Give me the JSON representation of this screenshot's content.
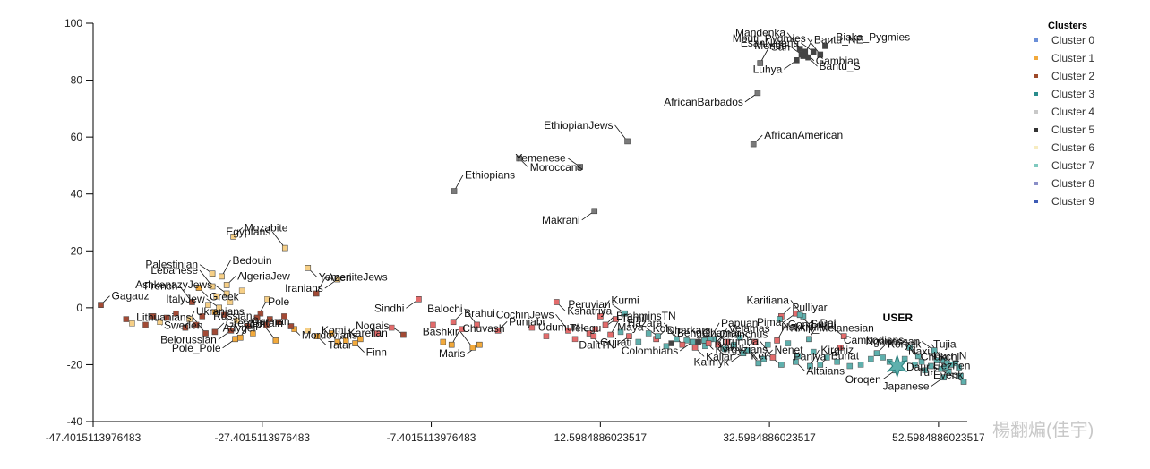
{
  "chart_data": {
    "type": "scatter",
    "xlim": [
      -47.4015113976483,
      56.0
    ],
    "ylim": [
      -40,
      100
    ],
    "x_ticks": [
      -47.4015113976483,
      -27.4015113976483,
      -7.4015113976483,
      12.5984886023517,
      32.5984886023517,
      52.5984886023517
    ],
    "x_tick_labels": [
      "-47.4015113976483",
      "-27.4015113976483",
      "-7.4015113976483",
      "12.5984886023517",
      "32.5984886023517",
      "52.5984886023517"
    ],
    "y_ticks": [
      100,
      80,
      60,
      40,
      20,
      0,
      -20,
      -40
    ],
    "y_tick_labels": [
      "100",
      "80",
      "60",
      "40",
      "20",
      "0",
      "-20",
      "-40"
    ],
    "grid": false,
    "legend": {
      "title": "Clusters",
      "position": "top-right",
      "items": [
        {
          "label": "Cluster 0",
          "color": "#6a8fd8"
        },
        {
          "label": "Cluster 1",
          "color": "#f2a93b"
        },
        {
          "label": "Cluster 2",
          "color": "#9e4a2a"
        },
        {
          "label": "Cluster 3",
          "color": "#2a8c8c"
        },
        {
          "label": "Cluster 4",
          "color": "#c8c8c8"
        },
        {
          "label": "Cluster 5",
          "color": "#333333"
        },
        {
          "label": "Cluster 6",
          "color": "#f7ecc0"
        },
        {
          "label": "Cluster 7",
          "color": "#7fc9bf"
        },
        {
          "label": "Cluster 8",
          "color": "#8a8fc7"
        },
        {
          "label": "Cluster 9",
          "color": "#3d5bb5"
        }
      ]
    },
    "cluster_colors": {
      "tan": "#f6cf86",
      "orange": "#f2a93b",
      "brown": "#a24a35",
      "red": "#e36b6b",
      "grey": "#7a7a7a",
      "teal": "#5fb0ad",
      "dark": "#444444"
    },
    "user": {
      "label": "USER",
      "x": 47.7,
      "y": -20.5,
      "color": "#5fb0ad"
    },
    "labeled_points": [
      {
        "name": "Mandenka",
        "x": 36.2,
        "y": 91.0,
        "c": "dark"
      },
      {
        "name": "Gambian",
        "x": 36.8,
        "y": 90.0,
        "c": "dark"
      },
      {
        "name": "Mende",
        "x": 36.4,
        "y": 89.0,
        "c": "dark"
      },
      {
        "name": "Bantu_NE",
        "x": 36.6,
        "y": 88.5,
        "c": "dark"
      },
      {
        "name": "Luhya",
        "x": 35.8,
        "y": 87.0,
        "c": "dark"
      },
      {
        "name": "Biaka_Pygmies",
        "x": 39.2,
        "y": 92.0,
        "c": "dark"
      },
      {
        "name": "Mbuti_Pygmies",
        "x": 38.6,
        "y": 89.0,
        "c": "dark"
      },
      {
        "name": "Bantu_S",
        "x": 37.2,
        "y": 88.0,
        "c": "dark"
      },
      {
        "name": "EsanNigeria",
        "x": 37.8,
        "y": 90.0,
        "c": "dark"
      },
      {
        "name": "San",
        "x": 31.5,
        "y": 86.0,
        "c": "grey"
      },
      {
        "name": "AfricanBarbados",
        "x": 31.2,
        "y": 75.5,
        "c": "grey"
      },
      {
        "name": "AfricanAmerican",
        "x": 30.7,
        "y": 57.5,
        "c": "grey"
      },
      {
        "name": "EthiopianJews",
        "x": 15.8,
        "y": 58.5,
        "c": "grey"
      },
      {
        "name": "Moroccans",
        "x": 3.0,
        "y": 52.5,
        "c": "grey"
      },
      {
        "name": "Yemenese",
        "x": 10.2,
        "y": 49.5,
        "c": "grey"
      },
      {
        "name": "Ethiopians",
        "x": -4.7,
        "y": 41.0,
        "c": "grey"
      },
      {
        "name": "Makrani",
        "x": 11.9,
        "y": 34.0,
        "c": "grey"
      },
      {
        "name": "Mozabite",
        "x": -30.8,
        "y": 25.0,
        "c": "tan"
      },
      {
        "name": "Egyptans",
        "x": -24.7,
        "y": 21.0,
        "c": "tan"
      },
      {
        "name": "YemeniteJews",
        "x": -22.0,
        "y": 14.0,
        "c": "tan"
      },
      {
        "name": "Palestinian",
        "x": -33.3,
        "y": 12.0,
        "c": "tan"
      },
      {
        "name": "Bedouin",
        "x": -32.2,
        "y": 11.0,
        "c": "tan"
      },
      {
        "name": "Iranians",
        "x": -18.5,
        "y": 10.0,
        "c": "tan"
      },
      {
        "name": "AlgeriaJew",
        "x": -31.6,
        "y": 8.0,
        "c": "tan"
      },
      {
        "name": "Lebanese",
        "x": -33.3,
        "y": 7.5,
        "c": "tan"
      },
      {
        "name": "Greek",
        "x": -34.9,
        "y": 7.0,
        "c": "orange"
      },
      {
        "name": "AshkenazyJews",
        "x": -31.6,
        "y": 5.0,
        "c": "tan"
      },
      {
        "name": "Azeri",
        "x": -21.0,
        "y": 5.0,
        "c": "brown"
      },
      {
        "name": "Sindhi",
        "x": -8.9,
        "y": 3.0,
        "c": "red"
      },
      {
        "name": "Gagauz",
        "x": -46.5,
        "y": 1.0,
        "c": "brown"
      },
      {
        "name": "French",
        "x": -35.7,
        "y": 2.0,
        "c": "brown"
      },
      {
        "name": "Sweden",
        "x": -40.3,
        "y": -3.0,
        "c": "brown"
      },
      {
        "name": "ItalyJew",
        "x": -32.5,
        "y": 0.0,
        "c": "tan"
      },
      {
        "name": "Pole",
        "x": -28.0,
        "y": -3.5,
        "c": "brown"
      },
      {
        "name": "Adygei",
        "x": -26.5,
        "y": -4.0,
        "c": "brown"
      },
      {
        "name": "Brahui",
        "x": -4.8,
        "y": -5.0,
        "c": "red"
      },
      {
        "name": "Balochi",
        "x": -2.0,
        "y": -6.0,
        "c": "red"
      },
      {
        "name": "Mordovians",
        "x": -24.0,
        "y": -6.5,
        "c": "brown"
      },
      {
        "name": "Russian",
        "x": -26.9,
        "y": -6.0,
        "c": "brown"
      },
      {
        "name": "Ukranians",
        "x": -36.5,
        "y": -7.0,
        "c": "brown"
      },
      {
        "name": "Belorussian",
        "x": -31.1,
        "y": -8.0,
        "c": "brown"
      },
      {
        "name": "GreatBritain",
        "x": -33.0,
        "y": -8.5,
        "c": "brown"
      },
      {
        "name": "Lithuanians",
        "x": -34.1,
        "y": -9.0,
        "c": "brown"
      },
      {
        "name": "Tatar",
        "x": -20.9,
        "y": -10.0,
        "c": "orange"
      },
      {
        "name": "Komi",
        "x": -15.8,
        "y": -11.0,
        "c": "orange"
      },
      {
        "name": "German",
        "x": -30.0,
        "y": -10.5,
        "c": "orange"
      },
      {
        "name": "Pole_Pole",
        "x": -30.6,
        "y": -11.0,
        "c": "orange"
      },
      {
        "name": "Karelian",
        "x": -18.5,
        "y": -12.0,
        "c": "orange"
      },
      {
        "name": "Vep",
        "x": -25.8,
        "y": -11.5,
        "c": "orange"
      },
      {
        "name": "Finn",
        "x": -16.4,
        "y": -12.5,
        "c": "orange"
      },
      {
        "name": "Nogais",
        "x": -10.7,
        "y": -9.5,
        "c": "brown"
      },
      {
        "name": "Chuvash",
        "x": -5.0,
        "y": -13.0,
        "c": "orange"
      },
      {
        "name": "Maris",
        "x": -1.7,
        "y": -13.0,
        "c": "orange"
      },
      {
        "name": "Punjabi",
        "x": 0.5,
        "y": -8.0,
        "c": "red"
      },
      {
        "name": "Bashkir",
        "x": -2.5,
        "y": -14.0,
        "c": "orange"
      },
      {
        "name": "Kshatriya",
        "x": 7.4,
        "y": 2.0,
        "c": "red"
      },
      {
        "name": "Peruvian",
        "x": 15.5,
        "y": -2.0,
        "c": "teal"
      },
      {
        "name": "Kurmi",
        "x": 12.6,
        "y": -3.0,
        "c": "red"
      },
      {
        "name": "Telegu",
        "x": 14.4,
        "y": -4.0,
        "c": "red"
      },
      {
        "name": "BrahminsTN",
        "x": 13.2,
        "y": -6.0,
        "c": "red"
      },
      {
        "name": "CochinJews",
        "x": 8.8,
        "y": -8.0,
        "c": "red"
      },
      {
        "name": "Gujrati",
        "x": 11.3,
        "y": -9.0,
        "c": "red"
      },
      {
        "name": "Udumurt",
        "x": 11.8,
        "y": -10.0,
        "c": "red"
      },
      {
        "name": "Tamil",
        "x": 13.8,
        "y": -9.5,
        "c": "red"
      },
      {
        "name": "DalitTN",
        "x": 16.0,
        "y": -10.0,
        "c": "red"
      },
      {
        "name": "Dharkars",
        "x": 19.2,
        "y": -11.0,
        "c": "red"
      },
      {
        "name": "Hazara",
        "x": 21.6,
        "y": -11.0,
        "c": "teal"
      },
      {
        "name": "Kyrgyzians",
        "x": 24.9,
        "y": -11.5,
        "c": "teal"
      },
      {
        "name": "Maya",
        "x": 19.4,
        "y": -10.0,
        "c": "teal"
      },
      {
        "name": "Papuan",
        "x": 25.6,
        "y": -11.0,
        "c": "teal"
      },
      {
        "name": "Colombians",
        "x": 23.5,
        "y": -12.0,
        "c": "teal"
      },
      {
        "name": "Chenchus",
        "x": 25.4,
        "y": -12.5,
        "c": "red"
      },
      {
        "name": "Kol",
        "x": 22.3,
        "y": -13.0,
        "c": "red"
      },
      {
        "name": "Kallar",
        "x": 23.8,
        "y": -14.0,
        "c": "red"
      },
      {
        "name": "Bengali",
        "x": 27.6,
        "y": -12.0,
        "c": "red"
      },
      {
        "name": "Velamas",
        "x": 26.5,
        "y": -13.0,
        "c": "red"
      },
      {
        "name": "Pima",
        "x": 35.7,
        "y": -2.0,
        "c": "red"
      },
      {
        "name": "Pulliyar",
        "x": 34.0,
        "y": -3.0,
        "c": "red"
      },
      {
        "name": "Karitiana",
        "x": 36.6,
        "y": -3.0,
        "c": "teal"
      },
      {
        "name": "Surui",
        "x": 36.2,
        "y": -2.5,
        "c": "teal"
      },
      {
        "name": "Chamar",
        "x": 30.9,
        "y": -12.0,
        "c": "red"
      },
      {
        "name": "Gond",
        "x": 33.5,
        "y": -11.5,
        "c": "red"
      },
      {
        "name": "Kalmyk",
        "x": 29.5,
        "y": -16.0,
        "c": "teal"
      },
      {
        "name": "Nenet",
        "x": 31.9,
        "y": -18.0,
        "c": "teal"
      },
      {
        "name": "Yakut",
        "x": 31.3,
        "y": -19.5,
        "c": "teal"
      },
      {
        "name": "NAN_Melanesian",
        "x": 33.8,
        "y": -4.0,
        "c": "teal"
      },
      {
        "name": "Hakkipikki",
        "x": 41.4,
        "y": -10.0,
        "c": "red"
      },
      {
        "name": "Dai",
        "x": 37.3,
        "y": -11.0,
        "c": "teal"
      },
      {
        "name": "Paniya",
        "x": 41.0,
        "y": -14.0,
        "c": "red"
      },
      {
        "name": "Buriat",
        "x": 38.6,
        "y": -20.0,
        "c": "teal"
      },
      {
        "name": "Kurumba",
        "x": 33.0,
        "y": -17.5,
        "c": "red"
      },
      {
        "name": "Altaians",
        "x": 35.7,
        "y": -19.0,
        "c": "teal"
      },
      {
        "name": "Ket",
        "x": 34.0,
        "y": -20.0,
        "c": "teal"
      },
      {
        "name": "Kirghiz",
        "x": 37.4,
        "y": -20.5,
        "c": "teal"
      },
      {
        "name": "Oroqen",
        "x": 47.5,
        "y": -22.0,
        "c": "teal"
      },
      {
        "name": "Koryak",
        "x": 45.3,
        "y": -16.0,
        "c": "teal"
      },
      {
        "name": "Cambodians",
        "x": 50.2,
        "y": -17.0,
        "c": "teal"
      },
      {
        "name": "Chukchi",
        "x": 49.2,
        "y": -14.0,
        "c": "teal"
      },
      {
        "name": "Nganassan",
        "x": 52.1,
        "y": -15.0,
        "c": "teal"
      },
      {
        "name": "Tujia",
        "x": 53.2,
        "y": -18.5,
        "c": "teal"
      },
      {
        "name": "Tu",
        "x": 53.6,
        "y": -19.5,
        "c": "teal"
      },
      {
        "name": "Han_N",
        "x": 54.1,
        "y": -20.0,
        "c": "teal"
      },
      {
        "name": "Naxi",
        "x": 53.4,
        "y": -21.0,
        "c": "teal"
      },
      {
        "name": "Evenk",
        "x": 51.7,
        "y": -20.5,
        "c": "teal"
      },
      {
        "name": "Daur",
        "x": 55.2,
        "y": -24.0,
        "c": "teal"
      },
      {
        "name": "Hezhen",
        "x": 57.5,
        "y": -26.0,
        "c": "teal"
      },
      {
        "name": "Japanese",
        "x": 53.2,
        "y": -24.5,
        "c": "teal"
      }
    ],
    "unlabeled_points": [
      {
        "x": -43.5,
        "y": -4.0,
        "c": "brown"
      },
      {
        "x": -42.8,
        "y": -5.5,
        "c": "tan"
      },
      {
        "x": -41.2,
        "y": -6.0,
        "c": "brown"
      },
      {
        "x": -39.5,
        "y": -5.0,
        "c": "tan"
      },
      {
        "x": -38.7,
        "y": -3.5,
        "c": "brown"
      },
      {
        "x": -37.6,
        "y": -2.0,
        "c": "brown"
      },
      {
        "x": -36.0,
        "y": -4.0,
        "c": "tan"
      },
      {
        "x": -35.2,
        "y": -6.0,
        "c": "brown"
      },
      {
        "x": -34.5,
        "y": -3.0,
        "c": "brown"
      },
      {
        "x": -33.8,
        "y": 1.0,
        "c": "tan"
      },
      {
        "x": -33.0,
        "y": -1.5,
        "c": "orange"
      },
      {
        "x": -32.8,
        "y": 4.0,
        "c": "tan"
      },
      {
        "x": -31.9,
        "y": -2.5,
        "c": "brown"
      },
      {
        "x": -31.2,
        "y": 2.0,
        "c": "tan"
      },
      {
        "x": -30.4,
        "y": -4.5,
        "c": "tan"
      },
      {
        "x": -29.8,
        "y": 6.0,
        "c": "tan"
      },
      {
        "x": -29.1,
        "y": -6.5,
        "c": "brown"
      },
      {
        "x": -28.5,
        "y": -9.0,
        "c": "orange"
      },
      {
        "x": -27.6,
        "y": -2.0,
        "c": "brown"
      },
      {
        "x": -26.8,
        "y": 3.0,
        "c": "tan"
      },
      {
        "x": -25.5,
        "y": -5.0,
        "c": "brown"
      },
      {
        "x": -24.8,
        "y": -3.0,
        "c": "brown"
      },
      {
        "x": -23.6,
        "y": -7.5,
        "c": "orange"
      },
      {
        "x": -22.0,
        "y": -8.0,
        "c": "tan"
      },
      {
        "x": -19.2,
        "y": -9.0,
        "c": "orange"
      },
      {
        "x": -17.5,
        "y": -11.5,
        "c": "orange"
      },
      {
        "x": -13.8,
        "y": -9.0,
        "c": "red"
      },
      {
        "x": -12.1,
        "y": -7.0,
        "c": "red"
      },
      {
        "x": -7.2,
        "y": -6.0,
        "c": "red"
      },
      {
        "x": -6.0,
        "y": -12.0,
        "c": "orange"
      },
      {
        "x": -3.8,
        "y": -7.5,
        "c": "red"
      },
      {
        "x": 4.5,
        "y": -7.0,
        "c": "red"
      },
      {
        "x": 6.2,
        "y": -10.0,
        "c": "red"
      },
      {
        "x": 9.6,
        "y": -11.0,
        "c": "red"
      },
      {
        "x": 12.0,
        "y": -7.5,
        "c": "red"
      },
      {
        "x": 15.0,
        "y": -8.5,
        "c": "teal"
      },
      {
        "x": 17.1,
        "y": -12.0,
        "c": "teal"
      },
      {
        "x": 18.3,
        "y": -9.0,
        "c": "teal"
      },
      {
        "x": 20.4,
        "y": -13.5,
        "c": "teal"
      },
      {
        "x": 21.0,
        "y": -12.5,
        "c": "dark"
      },
      {
        "x": 22.8,
        "y": -11.5,
        "c": "teal"
      },
      {
        "x": 24.2,
        "y": -12.0,
        "c": "dark"
      },
      {
        "x": 25.0,
        "y": -13.5,
        "c": "teal"
      },
      {
        "x": 26.0,
        "y": -11.0,
        "c": "teal"
      },
      {
        "x": 27.3,
        "y": -14.5,
        "c": "teal"
      },
      {
        "x": 28.4,
        "y": -13.0,
        "c": "teal"
      },
      {
        "x": 29.1,
        "y": -10.5,
        "c": "teal"
      },
      {
        "x": 30.0,
        "y": -15.0,
        "c": "teal"
      },
      {
        "x": 32.4,
        "y": -13.0,
        "c": "teal"
      },
      {
        "x": 34.8,
        "y": -12.5,
        "c": "teal"
      },
      {
        "x": 36.0,
        "y": -17.0,
        "c": "teal"
      },
      {
        "x": 37.8,
        "y": -15.5,
        "c": "teal"
      },
      {
        "x": 39.4,
        "y": -17.5,
        "c": "teal"
      },
      {
        "x": 40.6,
        "y": -19.0,
        "c": "teal"
      },
      {
        "x": 42.1,
        "y": -20.5,
        "c": "teal"
      },
      {
        "x": 43.4,
        "y": -20.0,
        "c": "teal"
      },
      {
        "x": 44.6,
        "y": -18.0,
        "c": "teal"
      },
      {
        "x": 46.0,
        "y": -17.5,
        "c": "teal"
      },
      {
        "x": 46.8,
        "y": -19.0,
        "c": "teal"
      },
      {
        "x": 48.6,
        "y": -18.0,
        "c": "teal"
      },
      {
        "x": 49.8,
        "y": -20.0,
        "c": "teal"
      },
      {
        "x": 50.6,
        "y": -19.0,
        "c": "teal"
      },
      {
        "x": 51.0,
        "y": -22.0,
        "c": "teal"
      },
      {
        "x": 52.4,
        "y": -18.5,
        "c": "teal"
      },
      {
        "x": 52.9,
        "y": -21.5,
        "c": "teal"
      },
      {
        "x": 53.8,
        "y": -22.5,
        "c": "teal"
      },
      {
        "x": 54.6,
        "y": -19.5,
        "c": "teal"
      },
      {
        "x": 55.0,
        "y": -21.0,
        "c": "teal"
      }
    ]
  },
  "watermark": "楊翻煸(佳宇)"
}
